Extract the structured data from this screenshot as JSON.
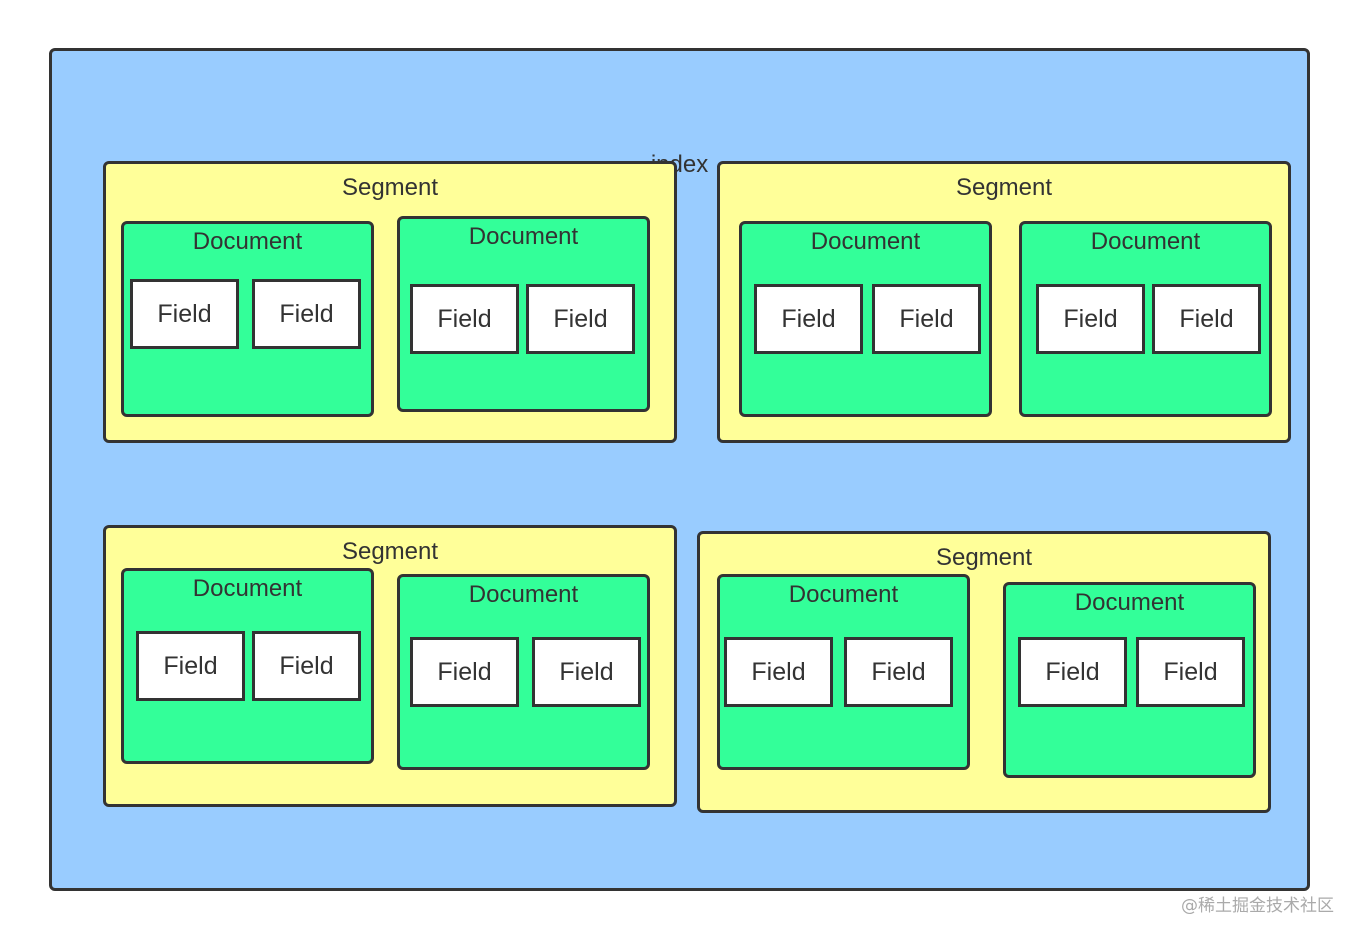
{
  "index": {
    "label": "index"
  },
  "segment": {
    "label": "Segment"
  },
  "document": {
    "label": "Document"
  },
  "field": {
    "label": "Field"
  },
  "watermark": "@稀土掘金技术社区",
  "colors": {
    "index_fill": "#99ccff",
    "segment_fill": "#ffff99",
    "document_fill": "#33ff99",
    "field_fill": "#ffffff",
    "border": "#333333"
  }
}
